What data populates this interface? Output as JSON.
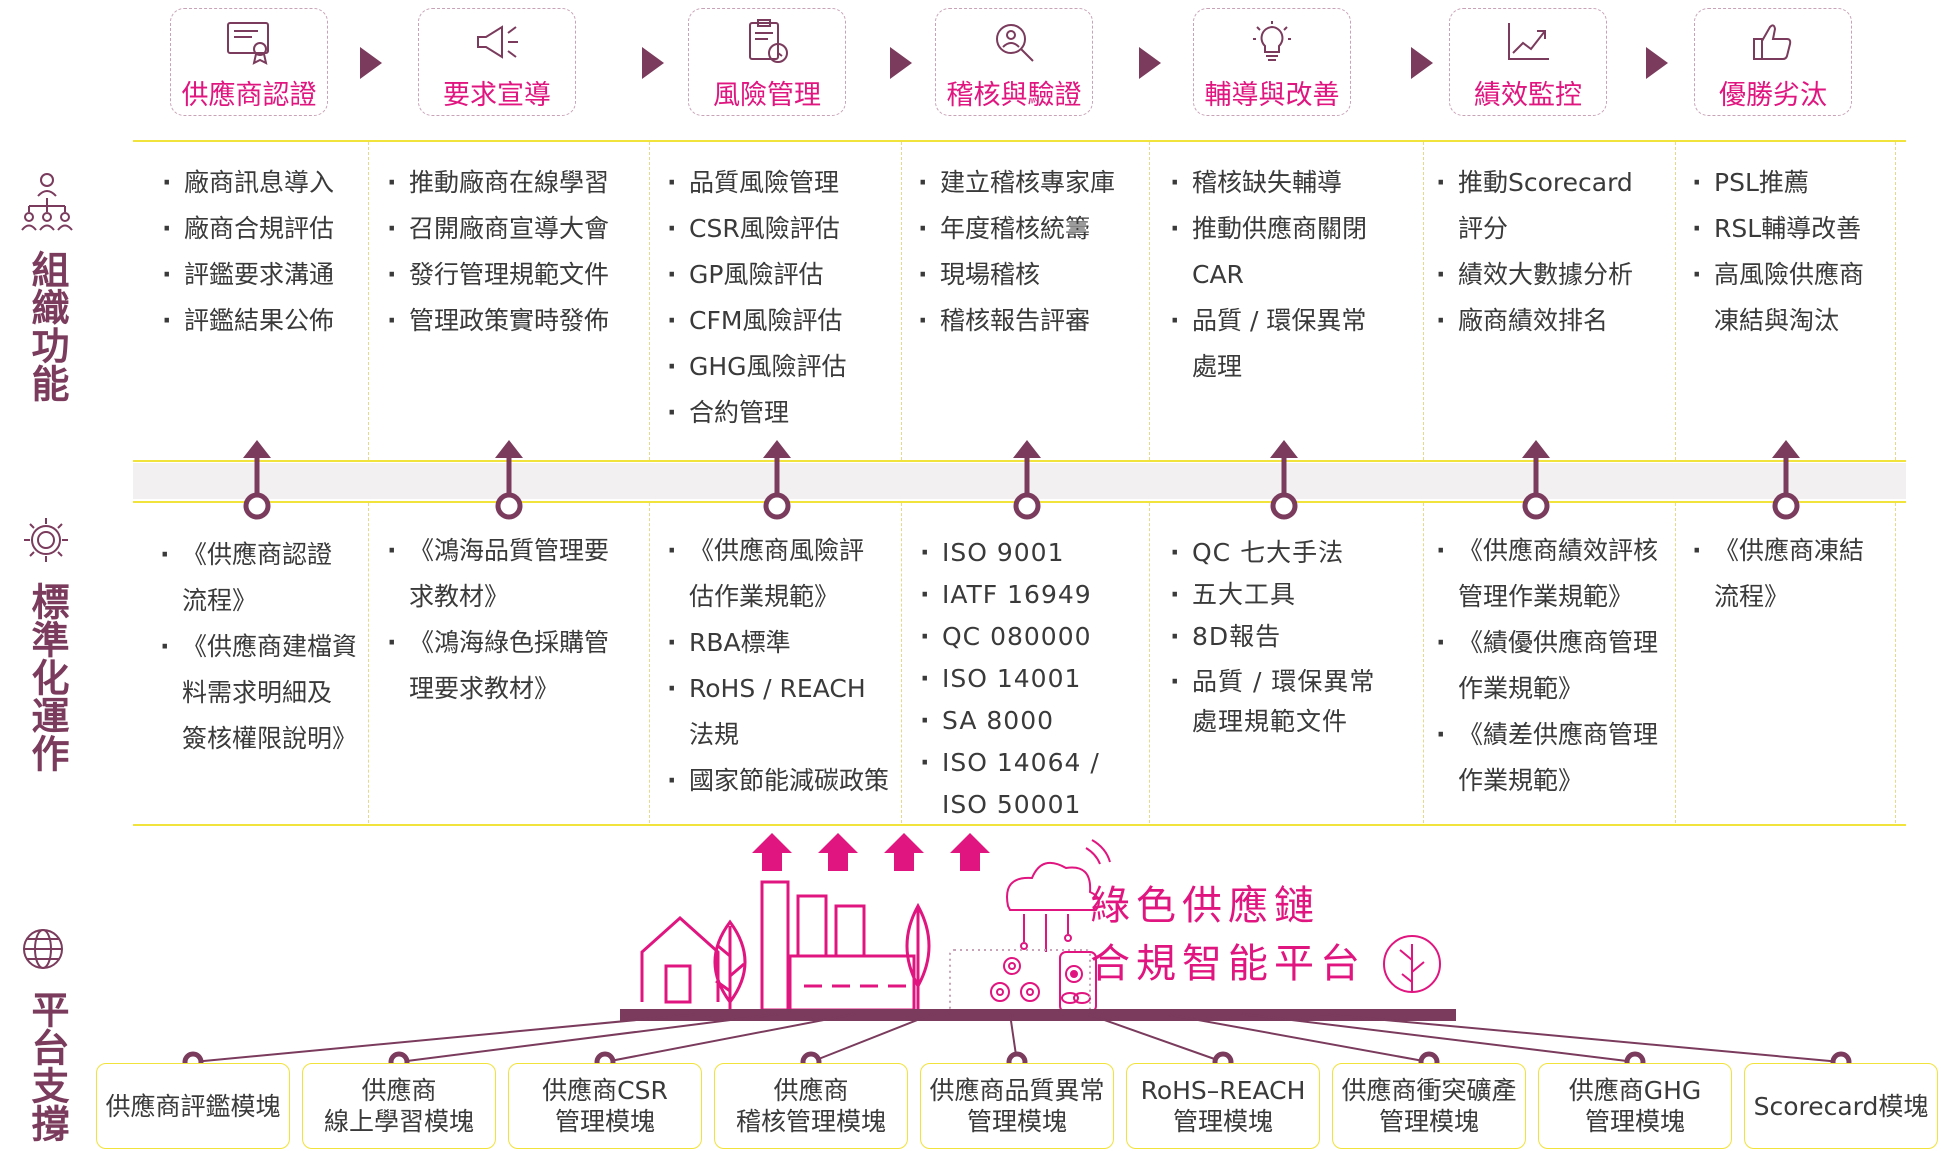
{
  "process_steps": [
    {
      "label": "供應商認證",
      "icon": "certificate-icon"
    },
    {
      "label": "要求宣導",
      "icon": "megaphone-icon"
    },
    {
      "label": "風險管理",
      "icon": "clipboard-clock-icon"
    },
    {
      "label": "稽核與驗證",
      "icon": "magnifier-person-icon"
    },
    {
      "label": "輔導與改善",
      "icon": "lightbulb-icon"
    },
    {
      "label": "績效監控",
      "icon": "growth-chart-icon"
    },
    {
      "label": "優勝劣汰",
      "icon": "thumbs-up-icon"
    }
  ],
  "sections": {
    "org": "組織功能",
    "standard": "標準化運作",
    "platform": "平台支撐"
  },
  "org_functions": [
    [
      "廠商訊息導入",
      "廠商合規評估",
      "評鑑要求溝通",
      "評鑑結果公佈"
    ],
    [
      "推動廠商在線學習",
      "召開廠商宣導大會",
      "發行管理規範文件",
      "管理政策實時發佈"
    ],
    [
      "品質風險管理",
      "CSR風險評估",
      "GP風險評估",
      "CFM風險評估",
      "GHG風險評估",
      "合約管理"
    ],
    [
      "建立稽核專家庫",
      "年度稽核統籌",
      "現場稽核",
      "稽核報告評審"
    ],
    [
      "稽核缺失輔導",
      [
        "推動供應商關閉",
        "CAR"
      ],
      [
        "品質 / 環保異常",
        "處理"
      ]
    ],
    [
      [
        "推動Scorecard",
        "評分"
      ],
      "績效大數據分析",
      "廠商績效排名"
    ],
    [
      "PSL推薦",
      "RSL輔導改善",
      [
        "高風險供應商",
        "凍結與淘汰"
      ]
    ]
  ],
  "standards": [
    [
      [
        "《供應商認證",
        "流程》"
      ],
      [
        "《供應商建檔資",
        "料需求明細及",
        "簽核權限說明》"
      ]
    ],
    [
      [
        "《鴻海品質管理要",
        "求教材》"
      ],
      [
        "《鴻海綠色採購管",
        "理要求教材》"
      ]
    ],
    [
      [
        "《供應商風險評",
        "估作業規範》"
      ],
      "RBA標準",
      [
        "RoHS / REACH",
        "法規"
      ],
      "國家節能減碳政策"
    ],
    [
      "ISO 9001",
      "IATF 16949",
      "QC 080000",
      "ISO 14001",
      "SA 8000",
      [
        "ISO 14064 /",
        "ISO 50001"
      ]
    ],
    [
      "QC 七大手法",
      "五大工具",
      "8D報告",
      [
        "品質 / 環保異常",
        "處理規範文件"
      ]
    ],
    [
      [
        "《供應商績效評核",
        "管理作業規範》"
      ],
      [
        "《績優供應商管理",
        "作業規範》"
      ],
      [
        "《績差供應商管理",
        "作業規範》"
      ]
    ],
    [
      [
        "《供應商凍結",
        "流程》"
      ]
    ]
  ],
  "platform": {
    "title_line1": "綠色供應鏈",
    "title_line2": "合規智能平台"
  },
  "modules": [
    [
      "供應商評鑑模塊"
    ],
    [
      "供應商",
      "線上學習模塊"
    ],
    [
      "供應商CSR",
      "管理模塊"
    ],
    [
      "供應商",
      "稽核管理模塊"
    ],
    [
      "供應商品質異常",
      "管理模塊"
    ],
    [
      "RoHS–REACH",
      "管理模塊"
    ],
    [
      "供應商衝突礦產",
      "管理模塊"
    ],
    [
      "供應商GHG",
      "管理模塊"
    ],
    [
      "Scorecard模塊"
    ]
  ],
  "colors": {
    "accent_pink": "#e0157f",
    "accent_plum": "#7a3b5c",
    "line_yellow": "#f2e23c",
    "band_grey": "#f3f0f2",
    "text": "#3a3a3a"
  }
}
